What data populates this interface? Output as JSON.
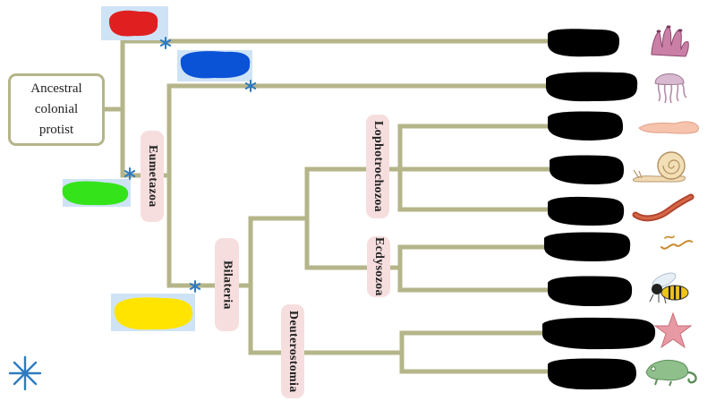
{
  "root": {
    "text": "Ancestral\ncolonial\nprotist"
  },
  "clade_labels": {
    "eumetazoa": "Eumetazoa",
    "bilateria": "Bilateria",
    "lophotrochozoa": "Lophotrochozoa",
    "ecdysozoa": "Ecdysozoa",
    "deuterostomia": "Deuterostomia"
  },
  "colors": {
    "branch": "#b5b58a",
    "label_bg": "#f7dede",
    "asterisk": "#2e7bc0",
    "redaction_red": "#e02020",
    "redaction_blue": "#0a52d6",
    "redaction_green": "#35e31a",
    "redaction_yellow": "#ffe400",
    "highlight_bg": "#cfe3f6",
    "black_redaction": "#000000"
  },
  "taxa_icons": [
    "sponge-icon",
    "jellyfish-icon",
    "flatworm-icon",
    "snail-icon",
    "earthworm-icon",
    "nematode-icon",
    "wasp-icon",
    "sea-star-icon",
    "chameleon-icon"
  ],
  "legend_icon": "asterisk-icon"
}
